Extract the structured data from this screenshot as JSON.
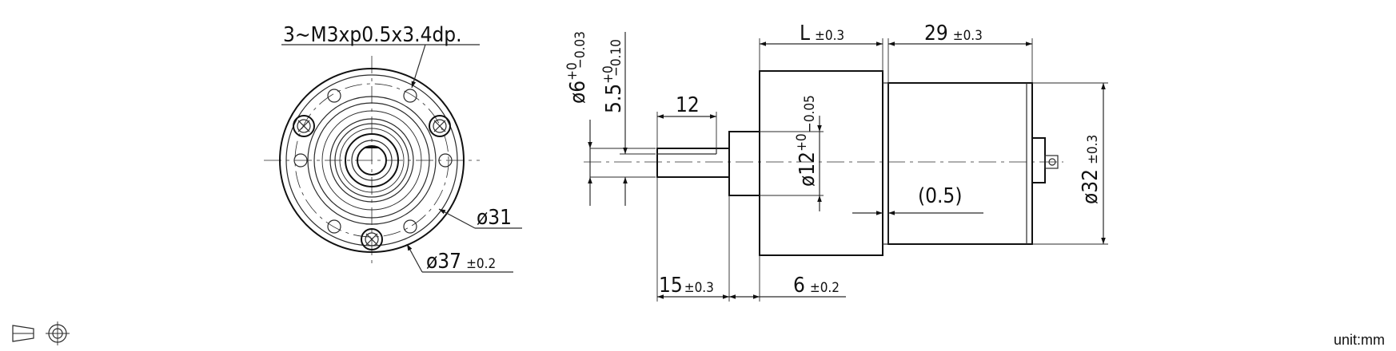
{
  "front_view": {
    "hole_note": "3~M3xp0.5x3.4dp.",
    "pcd_diameter": "ø31",
    "outer_diameter": "ø37",
    "outer_diameter_tol": "±0.2"
  },
  "side_view": {
    "shaft_diameter": "ø6",
    "shaft_diameter_tol_upper": "+0",
    "shaft_diameter_tol_lower": "−0.03",
    "shaft_flat": "5.5",
    "shaft_flat_tol_upper": "+0",
    "shaft_flat_tol_lower": "−0.10",
    "shaft_flat_length": "12",
    "boss_diameter": "ø12",
    "boss_diameter_tol_upper": "+0",
    "boss_diameter_tol_lower": "−0.05",
    "gearbox_length": "L",
    "gearbox_length_tol": "±0.3",
    "motor_length": "29",
    "motor_length_tol": "±0.3",
    "motor_diameter": "ø32",
    "motor_diameter_tol": "±0.3",
    "gap": "(0.5)",
    "shaft_length": "15",
    "shaft_length_tol": "±0.3",
    "boss_length": "6",
    "boss_length_tol": "±0.2"
  },
  "projection_symbol": "first-angle-projection-icon",
  "unit_label": "unit:mm"
}
